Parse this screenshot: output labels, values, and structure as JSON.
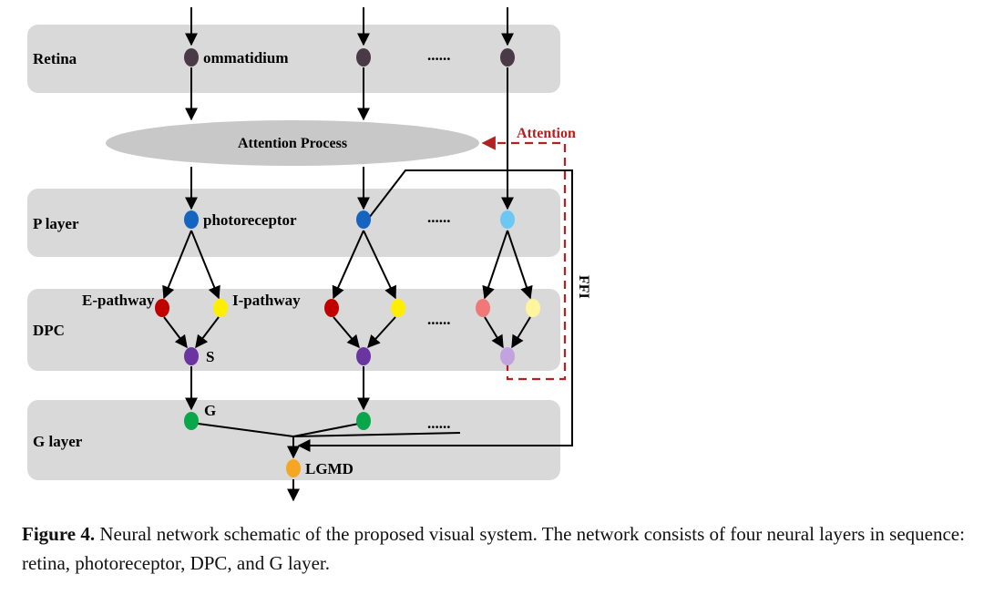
{
  "layers": {
    "retina": "Retina",
    "p_layer": "P layer",
    "dpc": "DPC",
    "g_layer": "G layer"
  },
  "nodes": {
    "ommatidium": "ommatidium",
    "photoreceptor": "photoreceptor",
    "e_pathway": "E-pathway",
    "i_pathway": "I-pathway",
    "s": "S",
    "g": "G",
    "lgmd": "LGMD"
  },
  "attention_process": "Attention Process",
  "attention_label": "Attention",
  "ffi_label": "FFI",
  "ellipsis": "......",
  "colors": {
    "band": "#d9d9d9",
    "ellipse": "#c8c8c8",
    "ommatidium": "#4a3a48",
    "photoreceptor": "#1565c0",
    "photoreceptor_light": "#6cc8f3",
    "e_node": "#c00000",
    "e_node_light": "#f07878",
    "i_node": "#ffee00",
    "i_node_light": "#fff59d",
    "s_node": "#6a35a0",
    "s_node_light": "#c3a2e0",
    "g_node": "#0aa64a",
    "lgmd_node": "#f5a623",
    "attention_red": "#b22222"
  },
  "caption": {
    "label": "Figure 4.",
    "text": "Neural network schematic of the proposed visual system. The network consists of four neural layers in sequence: retina, photoreceptor, DPC, and G layer."
  }
}
